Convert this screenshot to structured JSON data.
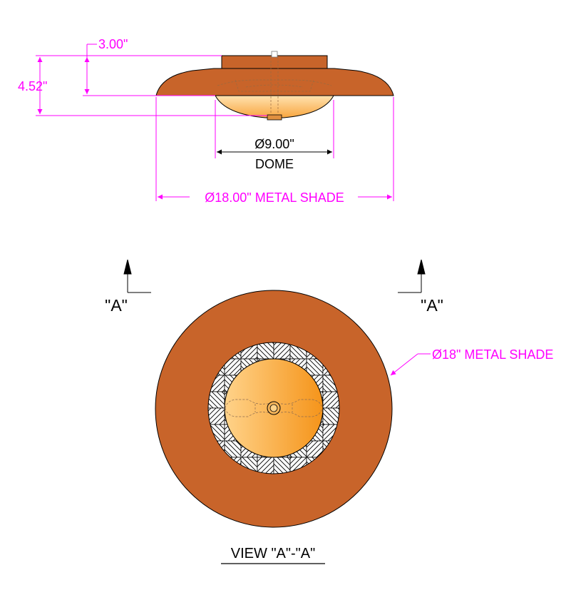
{
  "colors": {
    "dimension": "#ff00ff",
    "shade": "#c8642a",
    "dome_light": "#ffcf80",
    "dome_dark": "#f59a1e",
    "line": "#000000",
    "mounting": "#d9d9d9"
  },
  "elevation": {
    "dim_height_small": "3.00\"",
    "dim_height_total": "4.52\"",
    "dim_dome_diameter": "Ø9.00\"",
    "dome_label": "DOME",
    "dim_shade_diameter": "Ø18.00\" METAL SHADE"
  },
  "plan": {
    "section_marker_left": "\"A\"",
    "section_marker_right": "\"A\"",
    "shade_callout": "Ø18\" METAL SHADE",
    "view_title": "VIEW \"A\"-\"A\""
  },
  "icons": {
    "section_arrow": "section-cut-arrow-icon",
    "center_hub": "center-hub-icon"
  }
}
